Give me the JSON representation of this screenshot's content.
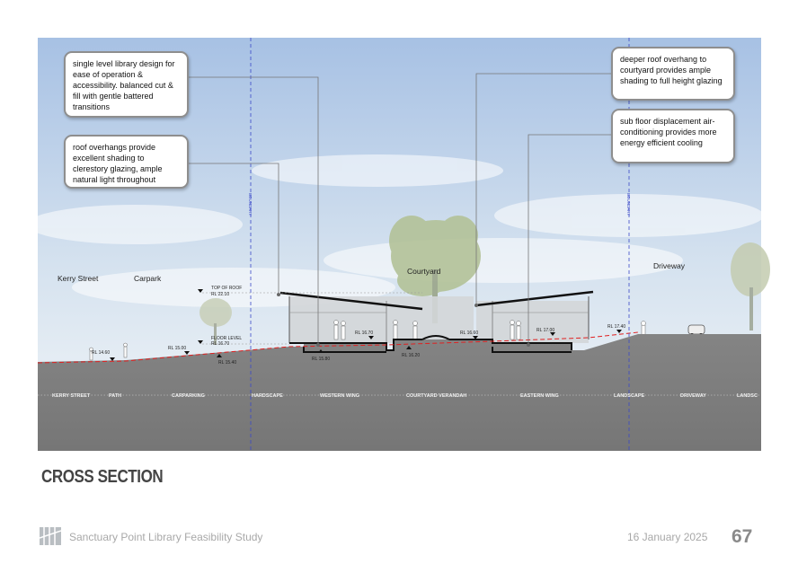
{
  "callouts": {
    "single_level": "single level library design for ease of operation & accessibility. balanced cut & fill with gentle battered transitions",
    "roof_overhangs": "roof overhangs provide excellent shading to clerestory glazing, ample natural light throughout",
    "deeper_roof": "deeper roof overhang to courtyard provides ample shading to full height glazing",
    "sub_floor": "sub floor displacement air-conditioning provides more energy efficient cooling"
  },
  "places": {
    "kerry_street": "Kerry Street",
    "carpark": "Carpark",
    "courtyard": "Courtyard",
    "driveway": "Driveway"
  },
  "boundary_label": "BOUNDARY",
  "levels": {
    "top_of_roof": "TOP OF ROOF",
    "top_of_roof_rl": "RL 22.10",
    "floor_level": "FLOOR LEVEL",
    "floor_level_rl": "RL 16.70"
  },
  "rl_labels": {
    "rl_1460": "RL 14.60",
    "rl_1500": "RL 15.00",
    "rl_1540": "RL 15.40",
    "rl_1580": "RL 15.80",
    "rl_1670": "RL 16.70",
    "rl_1620": "RL 16.20",
    "rl_1660": "RL 16.60",
    "rl_1700": "RL 17.00",
    "rl_1740": "RL 17.40"
  },
  "zones": [
    "KERRY STREET",
    "PATH",
    "CARPARKING",
    "HARDSCAPE",
    "WESTERN WING",
    "COURTYARD VERANDAH",
    "EASTERN WING",
    "LANDSCAPE",
    "DRIVEWAY",
    "LANDSC"
  ],
  "heading": "CROSS SECTION",
  "footer": {
    "title": "Sanctuary Point Library Feasibility Study",
    "date": "16 January 2025",
    "page": "67"
  },
  "colors": {
    "sky_top": "#a9c3e6",
    "sky_bottom": "#f0f4f7",
    "ground": "#7b7b7b",
    "ground_line": "#e02020",
    "boundary_line": "#3b49c8",
    "tree": "#b8c49c"
  }
}
